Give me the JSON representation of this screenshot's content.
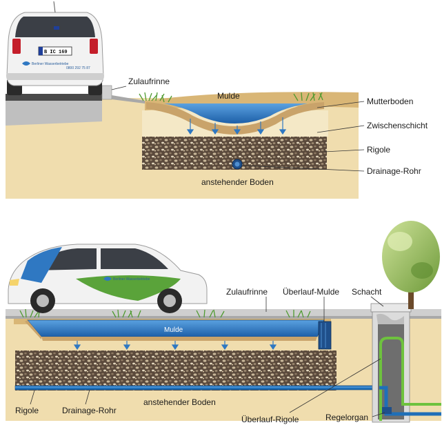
{
  "top": {
    "labels": {
      "zulaufrinne": "Zulaufrinne",
      "mulde": "Mulde",
      "mutterboden": "Mutterboden",
      "zwischenschicht": "Zwischenschicht",
      "rigole": "Rigole",
      "drainage_rohr": "Drainage-Rohr",
      "anstehender_boden": "anstehender Boden"
    },
    "car": {
      "plate": "B IC 169",
      "phone": "0800 292 75 87",
      "brand": "Berliner Wasserbetriebe"
    }
  },
  "bottom": {
    "labels": {
      "zulaufrinne": "Zulaufrinne",
      "ueberlauf_mulde": "Überlauf-Mulde",
      "schacht": "Schacht",
      "mulde": "Mulde",
      "rigole": "Rigole",
      "drainage_rohr": "Drainage-Rohr",
      "anstehender_boden": "anstehender Boden",
      "ueberlauf_rigole": "Überlauf-Rigole",
      "regelorgan": "Regelorgan"
    },
    "car": {
      "brand": "Berliner Wasserbetriebe"
    }
  },
  "colors": {
    "soil": "#edd9a6",
    "topsoil": "#c9a36a",
    "water": "#2f78c2",
    "gravel": "#6d5a48",
    "grass": "#5aa33a",
    "pipe": "#1f6fb8",
    "green_pipe": "#6ec23e"
  }
}
